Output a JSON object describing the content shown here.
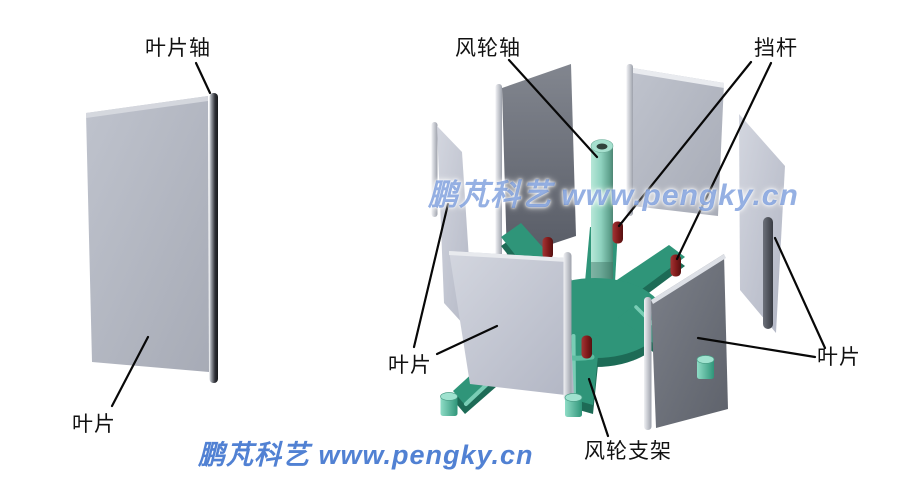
{
  "diagram": {
    "left_figure": {
      "label_blade_axis": "叶片轴",
      "label_blade": "叶片"
    },
    "right_figure": {
      "label_rotor_axis": "风轮轴",
      "label_stop_rod": "挡杆",
      "label_blade_left": "叶片",
      "label_blade_right": "叶片",
      "label_rotor_support": "风轮支架"
    },
    "watermarks": {
      "center": "鹏芃科艺 www.pengky.cn",
      "bottom": "鹏芃科艺 www.pengky.cn"
    },
    "colors": {
      "background": "#ffffff",
      "blade_light": "#b7bbc6",
      "blade_dark": "#6b6f79",
      "blade_edge_rod_light": "#d8dbe1",
      "blade_axis_rod_dark": "#2e3036",
      "support_teal": "#2f9579",
      "support_teal_light": "#8fdcc6",
      "support_teal_dark": "#1d6b56",
      "shaft_teal": "#8fd2bf",
      "stop_rod_red": "#801b1b",
      "leader_line": "#000000",
      "label_text": "#111111",
      "watermark_blue": "#5181d3"
    }
  }
}
